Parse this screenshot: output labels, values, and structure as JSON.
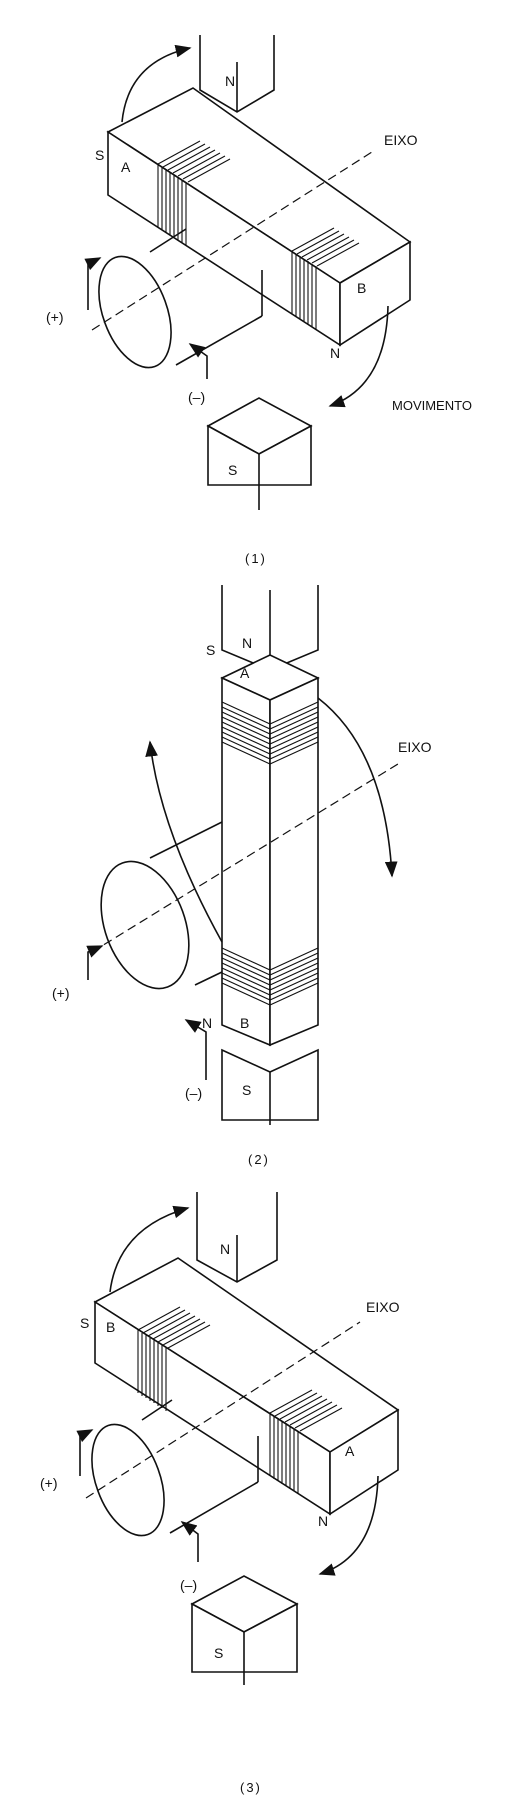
{
  "figures": [
    {
      "caption": "(1)",
      "labels": {
        "pole_top": "N",
        "pole_bottom": "S",
        "left_end_pole": "S",
        "right_end_pole": "N",
        "coil_left": "A",
        "coil_right": "B",
        "axis": "EIXO",
        "plus": "(+)",
        "minus": "(–)",
        "motion": "MOVIMENTO"
      }
    },
    {
      "caption": "(2)",
      "labels": {
        "pole_top": "N",
        "pole_bottom": "S",
        "top_end_pole": "S",
        "bottom_end_pole": "N",
        "coil_top": "A",
        "coil_bottom": "B",
        "axis": "EIXO",
        "plus": "(+)",
        "minus": "(–)"
      }
    },
    {
      "caption": "(3)",
      "labels": {
        "pole_top": "N",
        "pole_bottom": "S",
        "left_end_pole": "S",
        "right_end_pole": "N",
        "coil_left": "B",
        "coil_right": "A",
        "axis": "EIXO",
        "plus": "(+)",
        "minus": "(–)"
      }
    }
  ]
}
